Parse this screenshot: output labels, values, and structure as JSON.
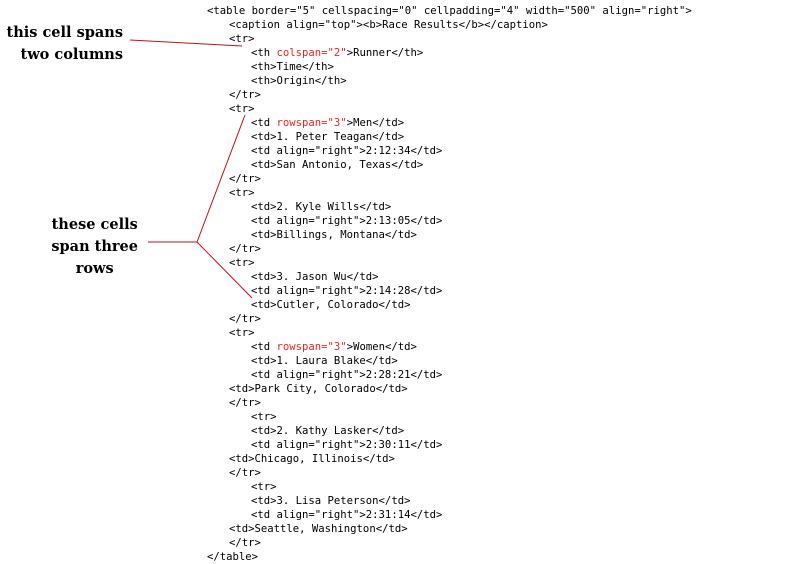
{
  "code_lines": [
    [
      {
        "t": "<table border=\"5\" cellspacing=\"0\" cellpadding=\"4\" width=\"500\" align=\"right\">"
      }
    ],
    [
      {
        "t": "<caption align=\"top\"><b>Race Results</b></caption>"
      }
    ],
    [
      {
        "t": "<tr>"
      }
    ],
    [
      {
        "t": "<th "
      },
      {
        "t": "colspan=\"2\"",
        "hl": true
      },
      {
        "t": ">Runner</th>"
      }
    ],
    [
      {
        "t": "<th>Time</th>"
      }
    ],
    [
      {
        "t": "<th>Origin</th>"
      }
    ],
    [
      {
        "t": "</tr>"
      }
    ],
    [
      {
        "t": "<tr>"
      }
    ],
    [
      {
        "t": "<td "
      },
      {
        "t": "rowspan=\"3\"",
        "hl": true
      },
      {
        "t": ">Men</td>"
      }
    ],
    [
      {
        "t": "<td>1. Peter Teagan</td>"
      }
    ],
    [
      {
        "t": "<td align=\"right\">2:12:34</td>"
      }
    ],
    [
      {
        "t": "<td>San Antonio, Texas</td>"
      }
    ],
    [
      {
        "t": "</tr>"
      }
    ],
    [
      {
        "t": "<tr>"
      }
    ],
    [
      {
        "t": "<td>2. Kyle Wills</td>"
      }
    ],
    [
      {
        "t": "<td align=\"right\">2:13:05</td>"
      }
    ],
    [
      {
        "t": "<td>Billings, Montana</td>"
      }
    ],
    [
      {
        "t": "</tr>"
      }
    ],
    [
      {
        "t": "<tr>"
      }
    ],
    [
      {
        "t": "<td>3. Jason Wu</td>"
      }
    ],
    [
      {
        "t": "<td align=\"right\">2:14:28</td>"
      }
    ],
    [
      {
        "t": "<td>Cutler, Colorado</td>"
      }
    ],
    [
      {
        "t": "</tr>"
      }
    ],
    [
      {
        "t": "<tr>"
      }
    ],
    [
      {
        "t": "<td "
      },
      {
        "t": "rowspan=\"3\"",
        "hl": true
      },
      {
        "t": ">Women</td>"
      }
    ],
    [
      {
        "t": "<td>1. Laura Blake</td>"
      }
    ],
    [
      {
        "t": "<td align=\"right\">2:28:21</td>"
      }
    ],
    [
      {
        "t": "<td>Park City, Colorado</td>"
      }
    ],
    [
      {
        "t": "</tr>"
      }
    ],
    [
      {
        "t": "<tr>"
      }
    ],
    [
      {
        "t": "<td>2. Kathy Lasker</td>"
      }
    ],
    [
      {
        "t": "<td align=\"right\">2:30:11</td>"
      }
    ],
    [
      {
        "t": "<td>Chicago, Illinois</td>"
      }
    ],
    [
      {
        "t": "</tr>"
      }
    ],
    [
      {
        "t": "<tr>"
      }
    ],
    [
      {
        "t": "<td>3. Lisa Peterson</td>"
      }
    ],
    [
      {
        "t": "<td align=\"right\">2:31:14</td>"
      }
    ],
    [
      {
        "t": "<td>Seattle, Washington</td>"
      }
    ],
    [
      {
        "t": "</tr>"
      }
    ],
    [
      {
        "t": "</table>"
      }
    ]
  ],
  "callouts": {
    "colspan": [
      "this cell spans",
      "two columns"
    ],
    "rowspan": [
      "these cells",
      "span three",
      "rows"
    ]
  },
  "colors": {
    "code_text": "#000000",
    "highlight": "#e8261f",
    "leader_line": "#c0111b"
  }
}
